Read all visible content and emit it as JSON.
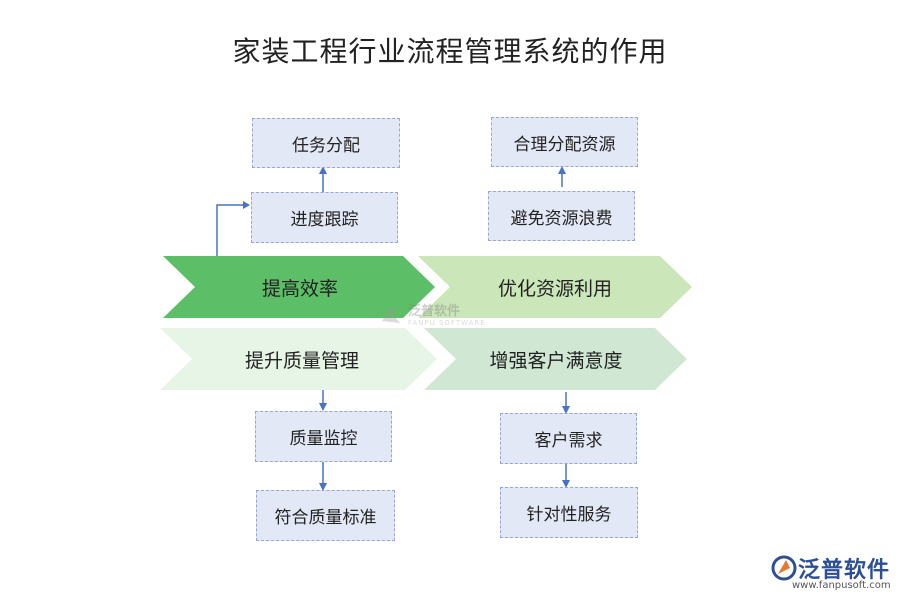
{
  "title": "家装工程行业流程管理系统的作用",
  "chevrons": {
    "efficiency": "提高效率",
    "resources": "优化资源利用",
    "quality": "提升质量管理",
    "satisfaction": "增强客户满意度"
  },
  "boxes": {
    "task_assign": "任务分配",
    "progress_track": "进度跟踪",
    "resource_alloc": "合理分配资源",
    "avoid_waste": "避免资源浪费",
    "quality_monitor": "质量监控",
    "meet_standard": "符合质量标准",
    "customer_needs": "客户需求",
    "targeted_service": "针对性服务"
  },
  "colors": {
    "chevron_efficiency": "#5cbf67",
    "chevron_resources": "#cbe6b8",
    "chevron_quality": "#e7f5e6",
    "chevron_satisfaction": "#cfe7d3",
    "box_fill": "#e3e8f7",
    "arrow": "#4a72c4"
  },
  "watermark": {
    "name": "泛普软件",
    "sub": "FANPU SOFTWARE"
  },
  "logo": {
    "name": "泛普软件",
    "url": "www.fanpusoft.com"
  }
}
